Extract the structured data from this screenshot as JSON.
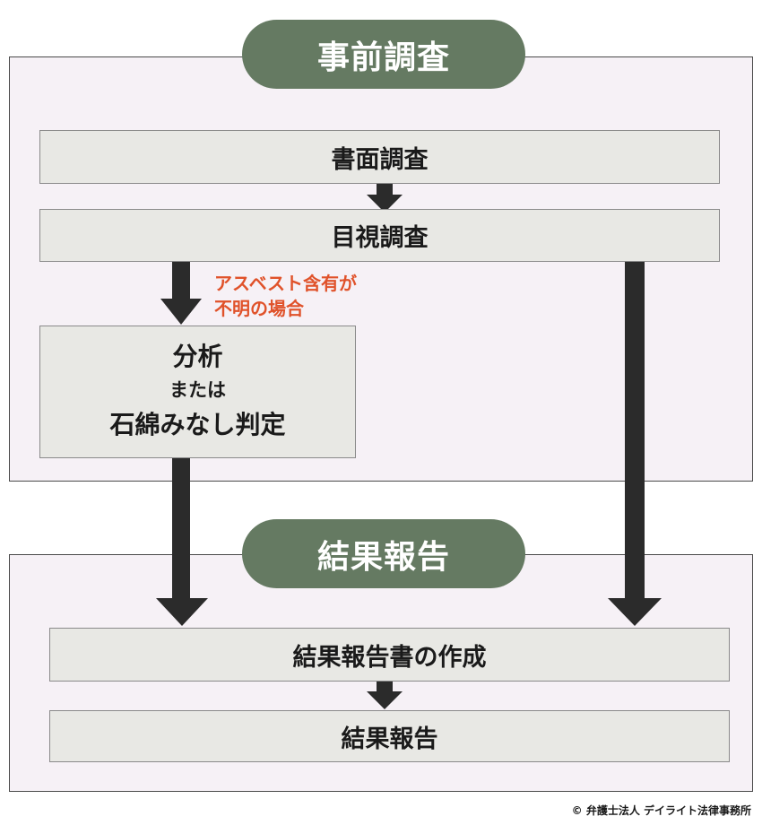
{
  "pre_survey": {
    "title": "事前調査",
    "steps": {
      "document_survey": "書面調査",
      "visual_survey": "目視調査"
    },
    "condition": {
      "line1": "アスベスト含有が",
      "line2": "不明の場合"
    },
    "analysis": {
      "line1": "分析",
      "line2": "または",
      "line3": "石綿みなし判定"
    }
  },
  "result_report": {
    "title": "結果報告",
    "steps": {
      "create_report": "結果報告書の作成",
      "report": "結果報告"
    }
  },
  "credit": "© 弁護士法人 デイライト法律事務所",
  "colors": {
    "pill": "#657a62",
    "section_bg": "#f6f1f6",
    "box_bg": "#e8e8e4",
    "arrow": "#2b2b2b",
    "condition_text": "#e0522a"
  }
}
